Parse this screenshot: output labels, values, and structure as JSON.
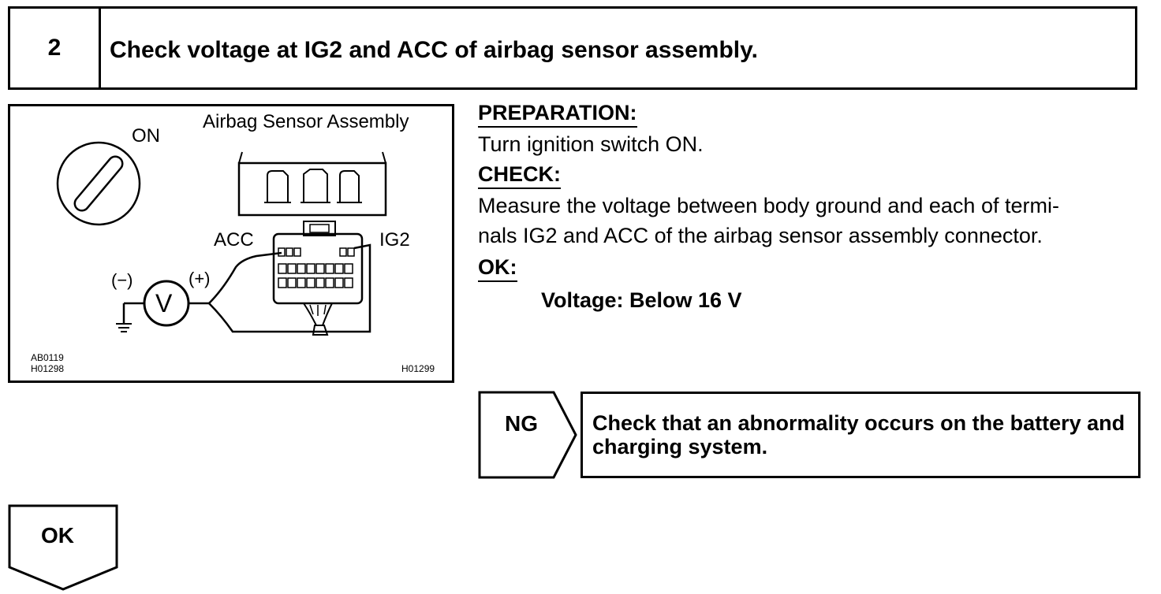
{
  "step": {
    "number": "2",
    "title": "Check voltage at IG2 and ACC of airbag sensor assembly."
  },
  "figure": {
    "switch_label": "ON",
    "component_label": "Airbag Sensor Assembly",
    "acc_label": "ACC",
    "ig2_label": "IG2",
    "minus_label": "(−)",
    "plus_label": "(+)",
    "meter_symbol": "V",
    "code_left_1": "AB0119",
    "code_left_2": "H01298",
    "code_right": "H01299"
  },
  "instructions": {
    "preparation_label": "PREPARATION:",
    "preparation_text": "Turn ignition switch ON.",
    "check_label": "CHECK:",
    "check_line_1": "Measure the voltage between body ground and each of termi-",
    "check_line_2": "nals IG2 and ACC of the airbag sensor assembly connector.",
    "ok_label": "OK:",
    "ok_value": "Voltage: Below 16 V"
  },
  "ng_branch": {
    "label": "NG",
    "action": "Check that an abnormality occurs on the battery and charging system."
  },
  "ok_branch": {
    "label": "OK"
  }
}
